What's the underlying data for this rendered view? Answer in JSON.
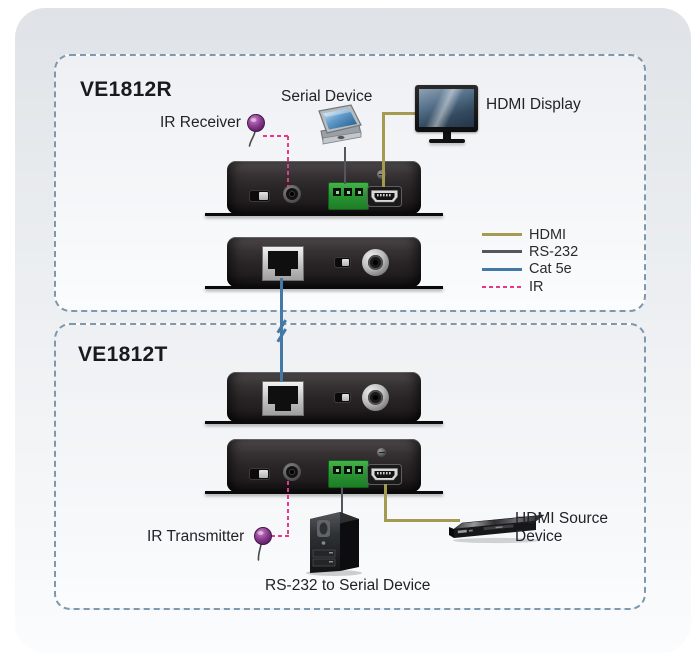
{
  "panels": {
    "receiver": {
      "title": "VE1812R",
      "labels": {
        "ir_receiver": "IR Receiver",
        "serial_device": "Serial Device",
        "hdmi_display": "HDMI Display"
      }
    },
    "transmitter": {
      "title": "VE1812T",
      "labels": {
        "ir_transmitter": "IR Transmitter",
        "rs232_to_serial_device": "RS-232 to Serial Device",
        "hdmi_source_line1": "HDMI Source",
        "hdmi_source_line2": "Device"
      }
    }
  },
  "legend": {
    "items": [
      {
        "label": "HDMI",
        "color": "#a59a52",
        "style": "solid"
      },
      {
        "label": "RS-232",
        "color": "#55555b",
        "style": "solid"
      },
      {
        "label": "Cat 5e",
        "color": "#4478a5",
        "style": "solid"
      },
      {
        "label": "IR",
        "color": "#e8388c",
        "style": "dashed"
      }
    ]
  },
  "icons": {
    "ir_receiver": "purple-ir-sensor-icon",
    "serial_device": "handheld-terminal-icon",
    "hdmi_display": "monitor-icon",
    "ir_transmitter": "purple-ir-sensor-icon",
    "rs232_host": "tower-computer-icon",
    "hdmi_source": "media-player-icon"
  },
  "colors": {
    "hdmi_line": "#a59a52",
    "rs232_line": "#55555b",
    "cat5e_line": "#4478a5",
    "ir_line": "#e8388c",
    "box_border": "#7e98ad",
    "device_body": "#2b2728",
    "terminal_block": "#2f9e36",
    "ir_sensor": "#8c3a90"
  }
}
